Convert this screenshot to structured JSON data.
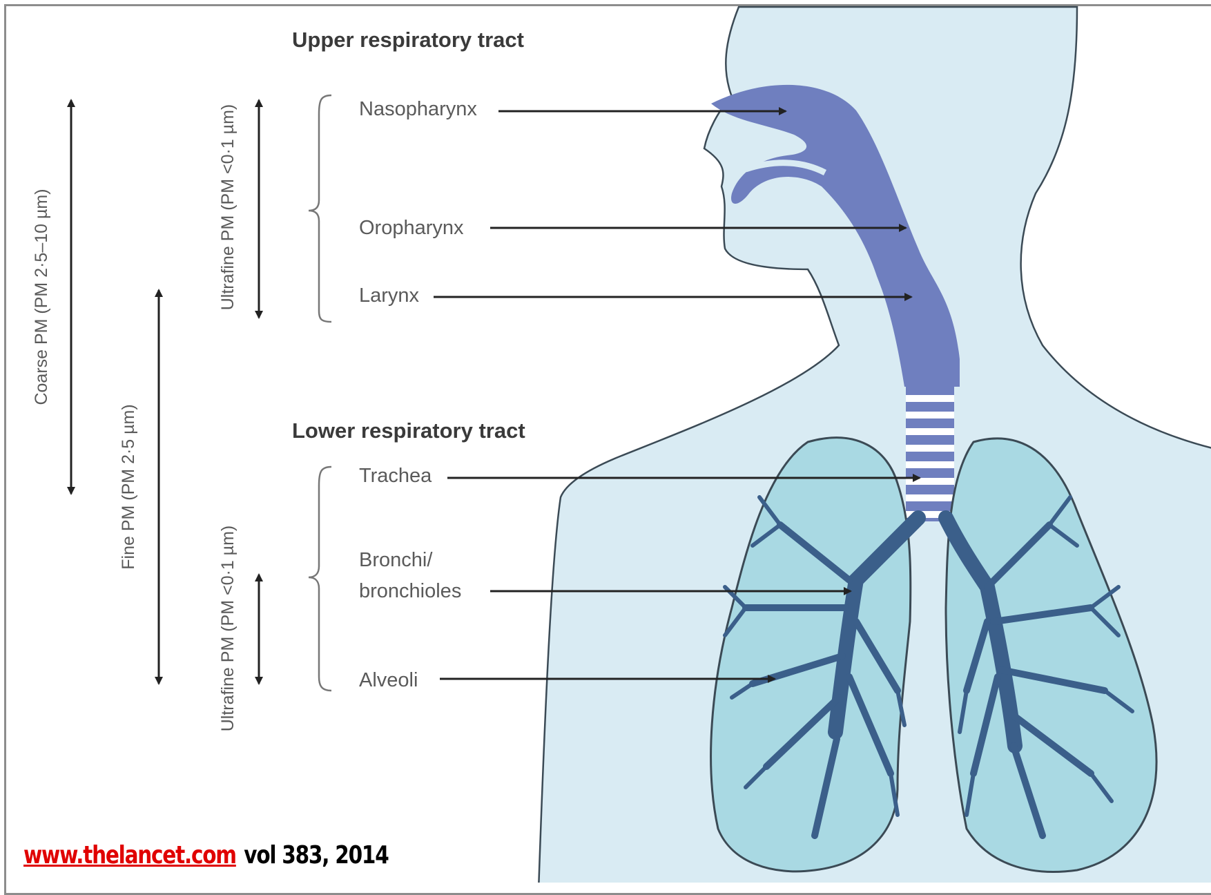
{
  "headings": {
    "upper": "Upper respiratory tract",
    "lower": "Lower respiratory tract"
  },
  "parts": {
    "nasopharynx": "Nasopharynx",
    "oropharynx": "Oropharynx",
    "larynx": "Larynx",
    "trachea": "Trachea",
    "bronchi_line1": "Bronchi/",
    "bronchi_line2": "bronchioles",
    "alveoli": "Alveoli"
  },
  "ranges": {
    "coarse": "Coarse PM (PM 2·5–10 µm)",
    "fine": "Fine PM (PM 2·5 µm)",
    "ultrafine_upper": "Ultrafine PM (PM <0·1 µm)",
    "ultrafine_lower": "Ultrafine PM (PM <0·1 µm)"
  },
  "footer": {
    "link": "www.thelancet.com",
    "volume": "vol 383, 2014"
  },
  "colors": {
    "body": "#d9ebf3",
    "airway": "#6f7fbf",
    "lung": "#a9d9e3",
    "bronchi": "#8f9bd0",
    "outline": "#3b4a55",
    "link": "#e00000"
  }
}
